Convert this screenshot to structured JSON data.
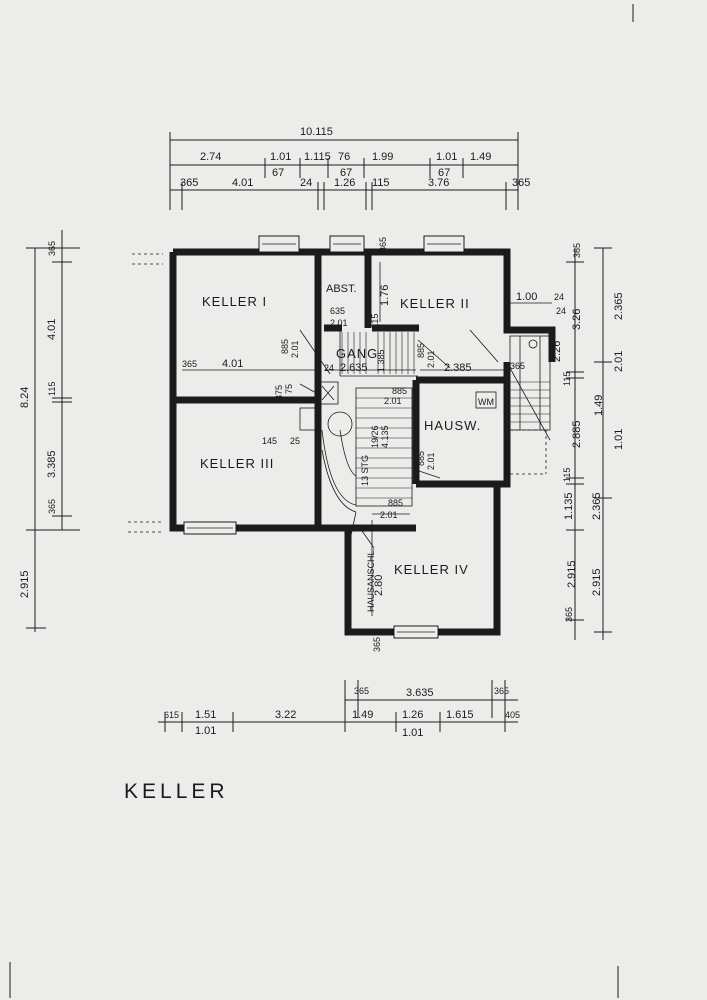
{
  "title": "KELLER",
  "rooms": {
    "keller_1": "KELLER I",
    "keller_2": "KELLER II",
    "keller_3": "KELLER III",
    "keller_4": "KELLER IV",
    "abst": "ABST.",
    "gang": "GANG",
    "hausw": "HAUSW.",
    "hausanschl": "HAUSANSCHL.",
    "wm": "WM"
  },
  "stair": {
    "steps": "13 STG",
    "ratio": "19/26",
    "length": "4.135"
  },
  "dims": {
    "top_total": "10.115",
    "top_row2": [
      "2.74",
      "1.01",
      "1.115",
      "76",
      "1.99",
      "1.01",
      "1.49"
    ],
    "top_row2_sub": [
      "67",
      "67",
      "67"
    ],
    "top_row3": [
      "365",
      "4.01",
      "24",
      "1.26",
      "115",
      "3.76",
      "365"
    ],
    "left_total": "8.24",
    "left": [
      "365",
      "4.01",
      "115",
      "3.385",
      "365"
    ],
    "left_lower": "2.915",
    "right_outer": [
      "2.365",
      "2.01",
      "1.01",
      "2.365",
      "2.915"
    ],
    "right_inner": [
      "365",
      "3.26",
      "1.49",
      "2.885",
      "1.135",
      "2.915",
      "365"
    ],
    "bottom_row1": [
      "365",
      "3.635",
      "365"
    ],
    "bottom_row2": [
      "615",
      "1.51",
      "3.22",
      "1.49",
      "1.26",
      "1.615",
      "405"
    ],
    "bottom_row2_sub": [
      "1.01",
      "1.01"
    ],
    "inner": [
      "365",
      "4.01",
      "2.635",
      "24",
      "2.385",
      "365",
      "1.76",
      "1.00",
      "24",
      "2.26",
      "885",
      "2.01",
      "635",
      "2.01",
      "75",
      "375",
      "885",
      "2.01",
      "115",
      "1.385",
      "885",
      "2.01",
      "885",
      "2.01",
      "885",
      "2.01",
      "2.80",
      "145",
      "25",
      "115",
      "365",
      "365",
      "24",
      "115"
    ]
  }
}
